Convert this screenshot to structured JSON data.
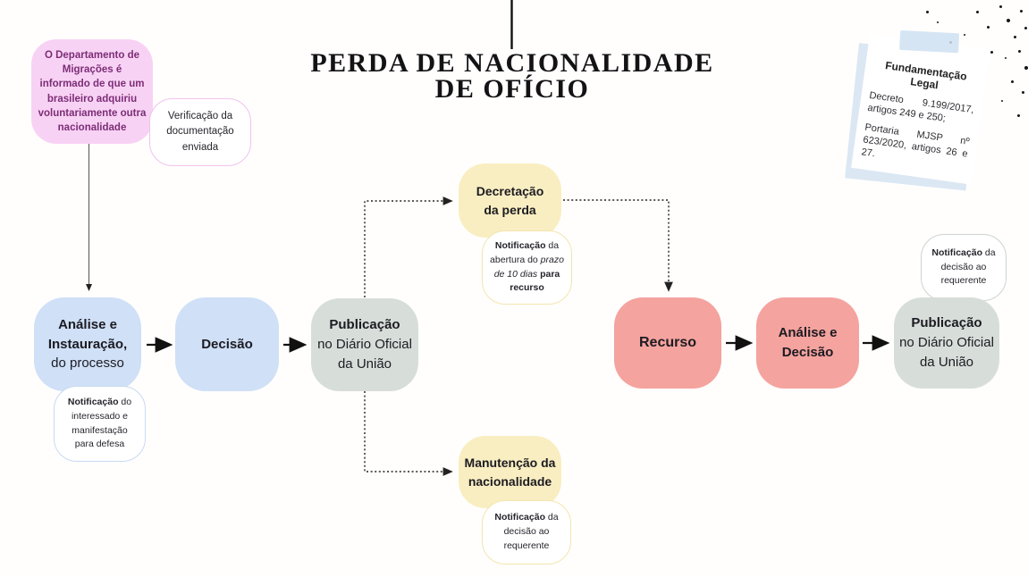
{
  "colors": {
    "pink-fill": "#f8d2f4",
    "pink-text": "#7c2d77",
    "pink-border": "#f0c3ec",
    "blue-fill": "#cfe0f7",
    "blue-border": "#c8daf2",
    "gray-fill": "#d7ded9",
    "gray-border": "#cdd4d0",
    "yellow-fill": "#f9eec1",
    "yellow-border": "#f3e5ae",
    "salmon-fill": "#f4a39e",
    "ink": "#1c1b22",
    "note-shadow": "#dbe7f3",
    "tape": "#cfe0f2",
    "line": "#1a1a1a"
  },
  "title": {
    "line1": "PERDA DE NACIONALIDADE",
    "line2": "DE OFÍCIO"
  },
  "start": {
    "text": "O Departamento de Migrações é informado de que um brasileiro adquiriu voluntariamente outra nacionalidade"
  },
  "legal_note": {
    "heading": "Fundamentação Legal",
    "line1": "Decreto 9.199/2017, artigos 249 e 250;",
    "line2": "Portaria MJSP nº 623/2020, artigos 26 e 27."
  },
  "boxes": {
    "analise_instauracao": {
      "bold_l1": "Análise e",
      "bold_l2": "Instauração,",
      "regular": "do processo"
    },
    "decisao": {
      "bold": "Decisão"
    },
    "publicacao_1": {
      "bold": "Publicação",
      "r1": "no Diário Oficial",
      "r2": "da União"
    },
    "decretacao": {
      "l1": "Decretação",
      "l2": "da perda"
    },
    "manutencao": {
      "l1": "Manutenção da",
      "l2": "nacionalidade"
    },
    "recurso": {
      "bold": "Recurso"
    },
    "analise_decisao": {
      "l1": "Análise e",
      "l2": "Decisão"
    },
    "publicacao_2": {
      "bold": "Publicação",
      "r1": "no Diário Oficial",
      "r2": "da União"
    }
  },
  "bubbles": {
    "verificacao": {
      "text": "Verificação da documentação enviada"
    },
    "notif_interessado": {
      "bold": "Notificação",
      "rest": " do interessado e manifestação para defesa"
    },
    "notif_prazo": {
      "bold": "Notificação",
      "mid": " da abertura do ",
      "italic": "prazo de 10 dias",
      "bold2": " para recurso"
    },
    "notif_decisao_baixo": {
      "bold": "Notificação",
      "rest": " da decisão ao requerente"
    },
    "notif_decisao_direita": {
      "bold": "Notificação",
      "rest": " da decisão ao requerente"
    }
  }
}
